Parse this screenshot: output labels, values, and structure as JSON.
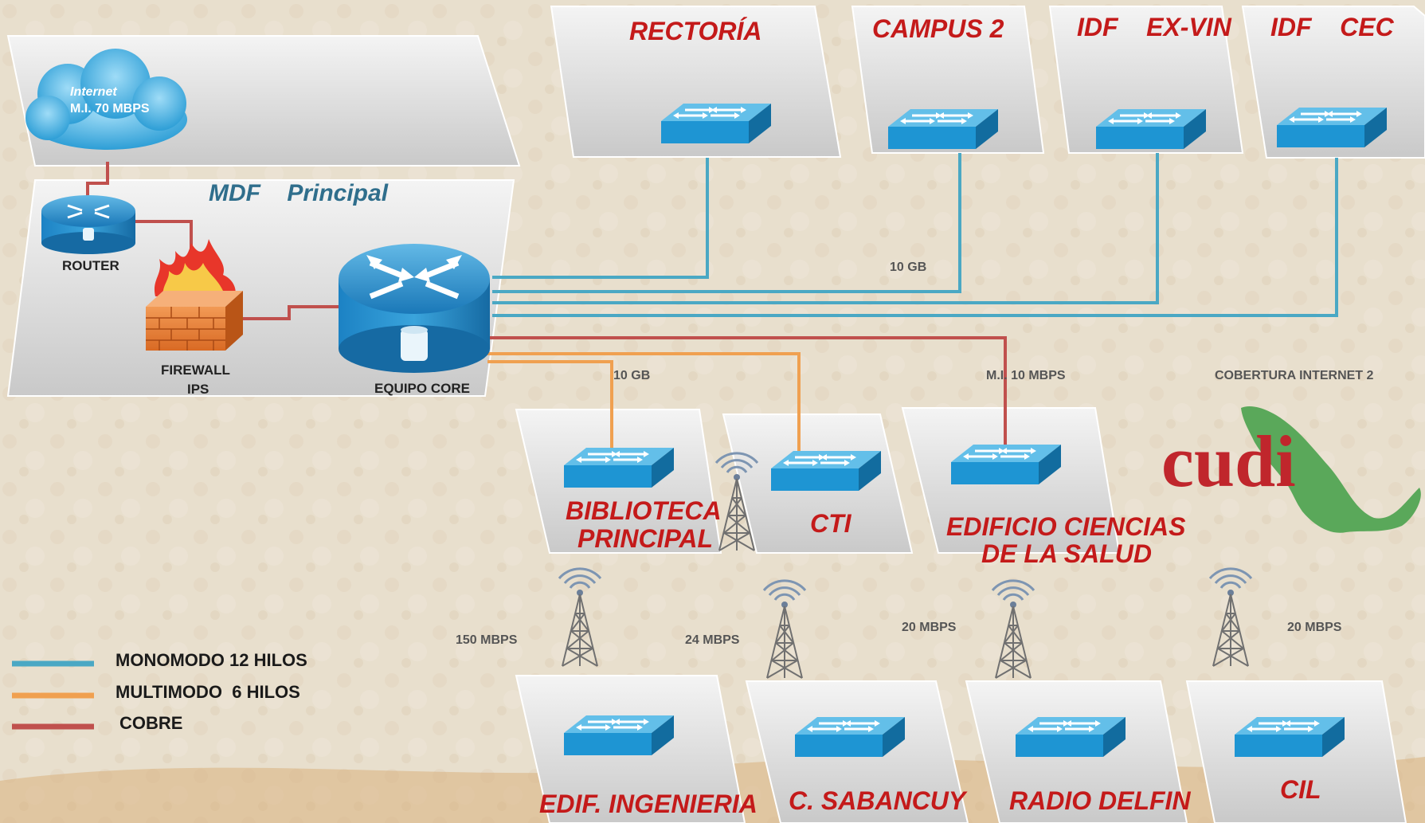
{
  "colors": {
    "monomodo": "#4aa8c4",
    "multimodo": "#f0a050",
    "cobre": "#c0504d",
    "title_red": "#c41a1a",
    "switch_blue": "#1f9bd7"
  },
  "mdf": {
    "title": "MDF    Principal",
    "cloud_line1": "Internet",
    "cloud_line2": "M.I. 70 MBPS",
    "router_label": "ROUTER",
    "firewall_label_1": "FIREWALL",
    "firewall_label_2": "IPS",
    "core_label": "EQUIPO CORE"
  },
  "top_sites": [
    {
      "name": "RECTORÍA",
      "icon": "switch-icon"
    },
    {
      "name": "CAMPUS 2",
      "icon": "switch-icon"
    },
    {
      "name": "IDF    EX-VIN",
      "icon": "switch-icon"
    },
    {
      "name": "IDF    CEC",
      "icon": "switch-icon"
    }
  ],
  "middle_sites": [
    {
      "name_line1": "BIBLIOTECA",
      "name_line2": "PRINCIPAL"
    },
    {
      "name_line1": "CTI",
      "name_line2": ""
    },
    {
      "name_line1": "EDIFICIO CIENCIAS",
      "name_line2": "DE LA SALUD"
    }
  ],
  "bottom_sites": [
    {
      "name": "EDIF. INGENIERIA"
    },
    {
      "name": "C. SABANCUY"
    },
    {
      "name": "RADIO DELFIN"
    },
    {
      "name": "CIL"
    }
  ],
  "link_labels": {
    "top_10gb": "10 GB",
    "mid_10gb": "10 GB",
    "mi_10": "M.I. 10 MBPS",
    "internet2": "COBERTURA INTERNET 2",
    "w1": "150 MBPS",
    "w2": "24 MBPS",
    "w3": "20 MBPS",
    "w4": "20 MBPS"
  },
  "legend": [
    {
      "label": "MONOMODO 12 HILOS",
      "color": "#4aa8c4"
    },
    {
      "label": "MULTIMODO  6 HILOS",
      "color": "#f0a050"
    },
    {
      "label": "COBRE",
      "color": "#c0504d"
    }
  ],
  "logo": {
    "text": "cudi"
  }
}
